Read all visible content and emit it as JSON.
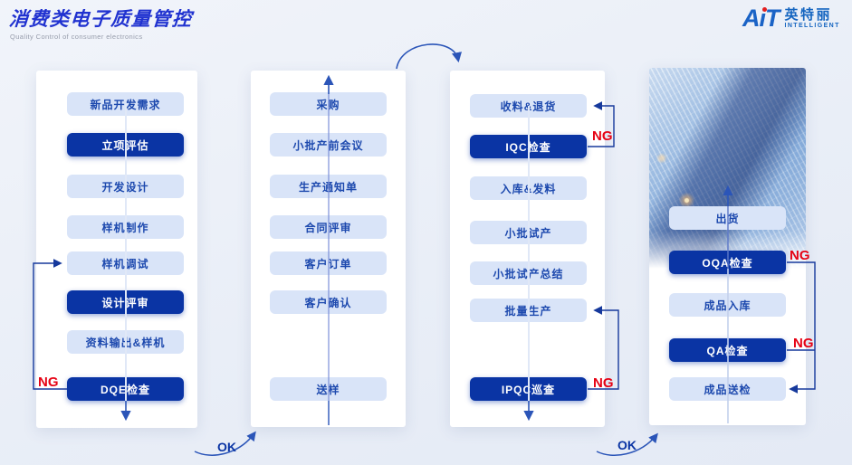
{
  "header": {
    "title": "消费类电子质量管控",
    "subtitle": "Quality Control of consumer electronics"
  },
  "logo": {
    "wordmark": "AiT",
    "cn": "英特丽",
    "en": "INTELLIGENT"
  },
  "labels": {
    "ng": "NG",
    "ok": "OK"
  },
  "colors": {
    "title_blue": "#2032d0",
    "box_dark_bg": "#0a34a4",
    "box_light_bg": "#d9e4f8",
    "box_light_text": "#1d49ae",
    "flow_arrow_blue": "#2b55b8",
    "ng_loop_blue": "#16399c",
    "ng_red": "#e60214",
    "logo_blue": "#1565c0"
  },
  "columns": [
    {
      "id": "design",
      "steps": [
        {
          "label": "新品开发需求",
          "variant": "light"
        },
        {
          "label": "立项评估",
          "variant": "dark"
        },
        {
          "label": "开发设计",
          "variant": "light"
        },
        {
          "label": "样机制作",
          "variant": "light"
        },
        {
          "label": "样机调试",
          "variant": "light"
        },
        {
          "label": "设计评审",
          "variant": "dark"
        },
        {
          "label": "资料输出&样机",
          "variant": "light"
        },
        {
          "label": "DQE检查",
          "variant": "dark"
        }
      ]
    },
    {
      "id": "order",
      "steps": [
        {
          "label": "采购",
          "variant": "light"
        },
        {
          "label": "小批产前会议",
          "variant": "light"
        },
        {
          "label": "生产通知单",
          "variant": "light"
        },
        {
          "label": "合同评审",
          "variant": "light"
        },
        {
          "label": "客户订单",
          "variant": "light"
        },
        {
          "label": "客户确认",
          "variant": "light"
        },
        {
          "label": "送样",
          "variant": "light"
        }
      ]
    },
    {
      "id": "production",
      "steps": [
        {
          "label": "收料&退货",
          "variant": "light"
        },
        {
          "label": "IQC检查",
          "variant": "dark"
        },
        {
          "label": "入库&发料",
          "variant": "light"
        },
        {
          "label": "小批试产",
          "variant": "light"
        },
        {
          "label": "小批试产总结",
          "variant": "light"
        },
        {
          "label": "批量生产",
          "variant": "light"
        },
        {
          "label": "IPQC巡查",
          "variant": "dark"
        }
      ]
    },
    {
      "id": "shipping",
      "steps": [
        {
          "label": "出货",
          "variant": "light"
        },
        {
          "label": "OQA检查",
          "variant": "dark"
        },
        {
          "label": "成品入库",
          "variant": "light"
        },
        {
          "label": "QA检查",
          "variant": "dark"
        },
        {
          "label": "成品送检",
          "variant": "light"
        }
      ]
    }
  ]
}
